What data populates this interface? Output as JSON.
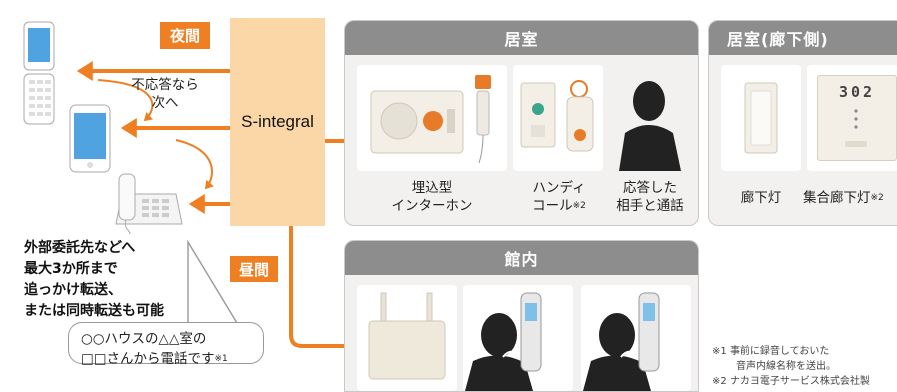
{
  "tags": {
    "night": "夜間",
    "day": "昼間"
  },
  "hub": {
    "label": "S-integral"
  },
  "forward_note": [
    "不応答なら",
    "次へ"
  ],
  "outsource_note": [
    "外部委託先などへ",
    "最大3か所まで",
    "追っかけ転送、",
    "または同時転送も可能"
  ],
  "bubble": {
    "line1": "○○ハウスの△△室の",
    "line2": "□□さんから電話です",
    "sup": "※1"
  },
  "room_panel": {
    "title": "居室",
    "items": [
      {
        "line1": "埋込型",
        "line2": "インターホン",
        "sup": ""
      },
      {
        "line1": "ハンディ",
        "line2": "コール",
        "sup": "※2"
      },
      {
        "line1": "応答した",
        "line2": "相手と通話",
        "sup": ""
      }
    ]
  },
  "corridor_panel": {
    "title": "居室(廊下側)",
    "room_number": "302",
    "items": [
      {
        "label": "廊下灯",
        "sup": ""
      },
      {
        "label": "集合廊下灯",
        "sup": "※2"
      }
    ]
  },
  "facility_panel": {
    "title": "館内"
  },
  "footnotes": [
    {
      "mark": "※1",
      "line1": "事前に録音しておいた",
      "line2": "音声内線名称を送出。"
    },
    {
      "mark": "※2",
      "line1": "ナカヨ電子サービス株式会社製"
    }
  ],
  "colors": {
    "accent": "#ee7f22",
    "hub_fill": "#fbd7a8",
    "panel_header": "#8d8d8d",
    "panel_body": "#f2f1ef"
  }
}
